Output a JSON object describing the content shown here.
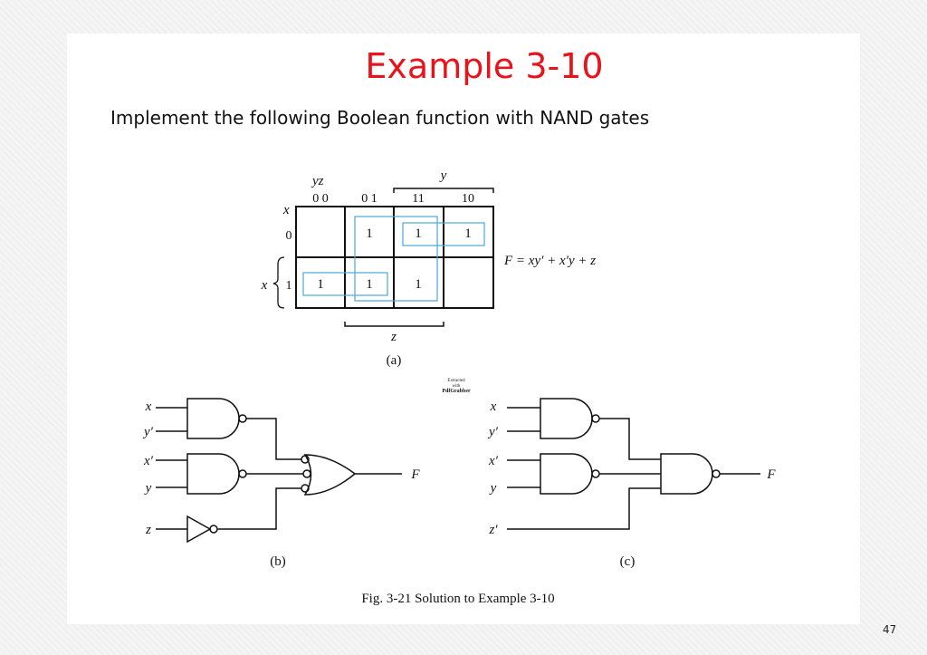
{
  "slide": {
    "title": "Example 3-10",
    "subtitle": "Implement the following Boolean function with NAND gates",
    "page_number": "47"
  },
  "figure": {
    "caption": "Fig. 3-21  Solution to Example 3-10",
    "kmap": {
      "corner_var": "yz",
      "row_var": "x",
      "col_headers": [
        "0 0",
        "0 1",
        "11",
        "10"
      ],
      "row_headers": [
        "0",
        "1"
      ],
      "cells": [
        [
          "",
          "1",
          "1",
          "1"
        ],
        [
          "1",
          "1",
          "1",
          ""
        ]
      ],
      "brace_y": "y",
      "brace_z": "z",
      "brace_x": "x",
      "equation": "F = xy′ + x′y + z",
      "label": "(a)"
    },
    "circuit_b": {
      "inputs": [
        "x",
        "y′",
        "x′",
        "y",
        "z"
      ],
      "output": "F",
      "label": "(b)"
    },
    "circuit_c": {
      "inputs": [
        "x",
        "y′",
        "x′",
        "y",
        "z′"
      ],
      "output": "F",
      "label": "(c)"
    },
    "watermark": [
      "Extracted",
      "with",
      "PdfGrabber"
    ]
  },
  "colors": {
    "title": "#e8131b",
    "group_outline": "#4aa8d8"
  }
}
